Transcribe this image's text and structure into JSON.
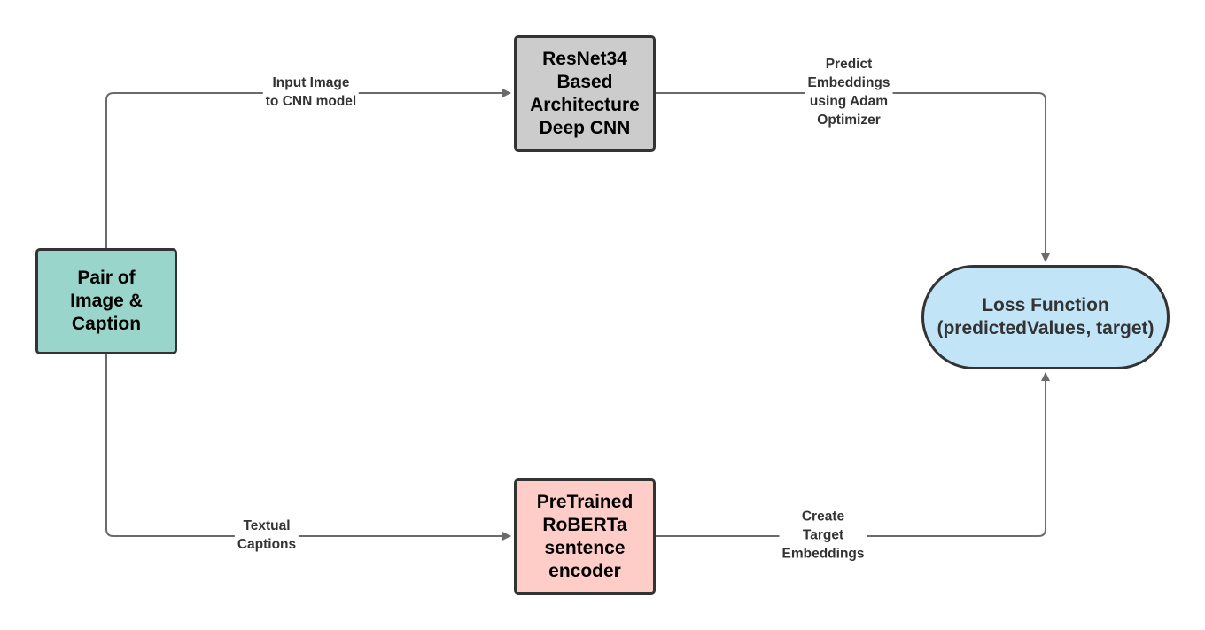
{
  "diagram": {
    "nodes": {
      "pair": {
        "label": "Pair of\nImage &\nCaption",
        "fill": "#99d5ca"
      },
      "resnet": {
        "label": "ResNet34\nBased\nArchitecture\nDeep CNN",
        "fill": "#cccccc"
      },
      "roberta": {
        "label": "PreTrained\nRoBERTa\nsentence\nencoder",
        "fill": "#ffcdc8"
      },
      "loss": {
        "label": "Loss Function\n(predictedValues, target)",
        "fill": "#c1e4f7"
      }
    },
    "edges": {
      "pair_to_resnet": {
        "label": "Input Image\nto CNN model"
      },
      "resnet_to_loss": {
        "label": "Predict\nEmbeddings\nusing Adam\nOptimizer"
      },
      "pair_to_roberta": {
        "label": "Textual\nCaptions"
      },
      "roberta_to_loss": {
        "label": "Create\nTarget\nEmbeddings"
      }
    },
    "colors": {
      "connector": "#6b6b6b",
      "node_border": "#333333",
      "text": "#333333"
    }
  }
}
